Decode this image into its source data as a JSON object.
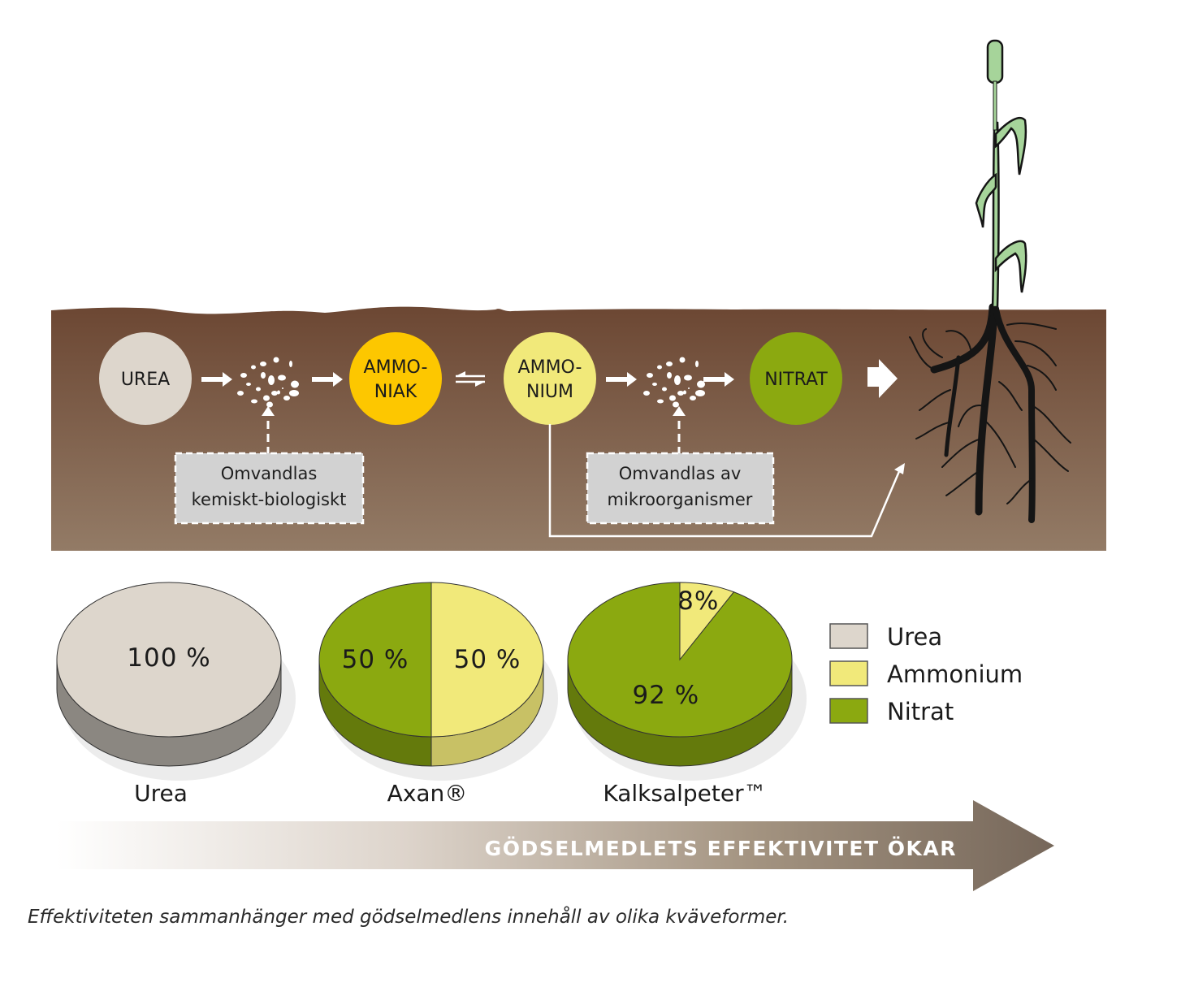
{
  "process": {
    "nodes": [
      {
        "id": "urea",
        "lines": [
          "UREA"
        ],
        "color": "#ddd6cc"
      },
      {
        "id": "ammoniak",
        "lines": [
          "AMMO-",
          "NIAK"
        ],
        "color": "#fdc700"
      },
      {
        "id": "ammonium",
        "lines": [
          "AMMO-",
          "NIUM"
        ],
        "color": "#f1e97a"
      },
      {
        "id": "nitrat",
        "lines": [
          "NITRAT"
        ],
        "color": "#8ba910"
      }
    ],
    "boxes": [
      {
        "lines": [
          "Omvandlas",
          "kemiskt-biologiskt"
        ]
      },
      {
        "lines": [
          "Omvandlas av",
          "mikroorganismer"
        ]
      }
    ],
    "soil_color_top": "#6c4733",
    "soil_color_bottom": "#937b66"
  },
  "chart_data": {
    "type": "pie",
    "title": "",
    "legend": {
      "placement": "right",
      "entries": [
        {
          "label": "Urea",
          "color": "#ddd6cc"
        },
        {
          "label": "Ammonium",
          "color": "#f1e97a"
        },
        {
          "label": "Nitrat",
          "color": "#8ba910"
        }
      ]
    },
    "pies": [
      {
        "name": "Urea",
        "slices": [
          {
            "category": "Urea",
            "value": 100,
            "label": "100 %"
          }
        ]
      },
      {
        "name": "Axan®",
        "slices": [
          {
            "category": "Ammonium",
            "value": 50,
            "label": "50 %"
          },
          {
            "category": "Nitrat",
            "value": 50,
            "label": "50 %"
          }
        ]
      },
      {
        "name": "Kalksalpeter™",
        "slices": [
          {
            "category": "Ammonium",
            "value": 8,
            "label": "8%"
          },
          {
            "category": "Nitrat",
            "value": 92,
            "label": "92 %"
          }
        ]
      }
    ]
  },
  "banner": {
    "text": "GÖDSELMEDLETS EFFEKTIVITET ÖKAR",
    "color": "#7a6a57"
  },
  "caption": "Effektiviteten sammanhänger med gödselmedlens innehåll av olika kväveformer."
}
